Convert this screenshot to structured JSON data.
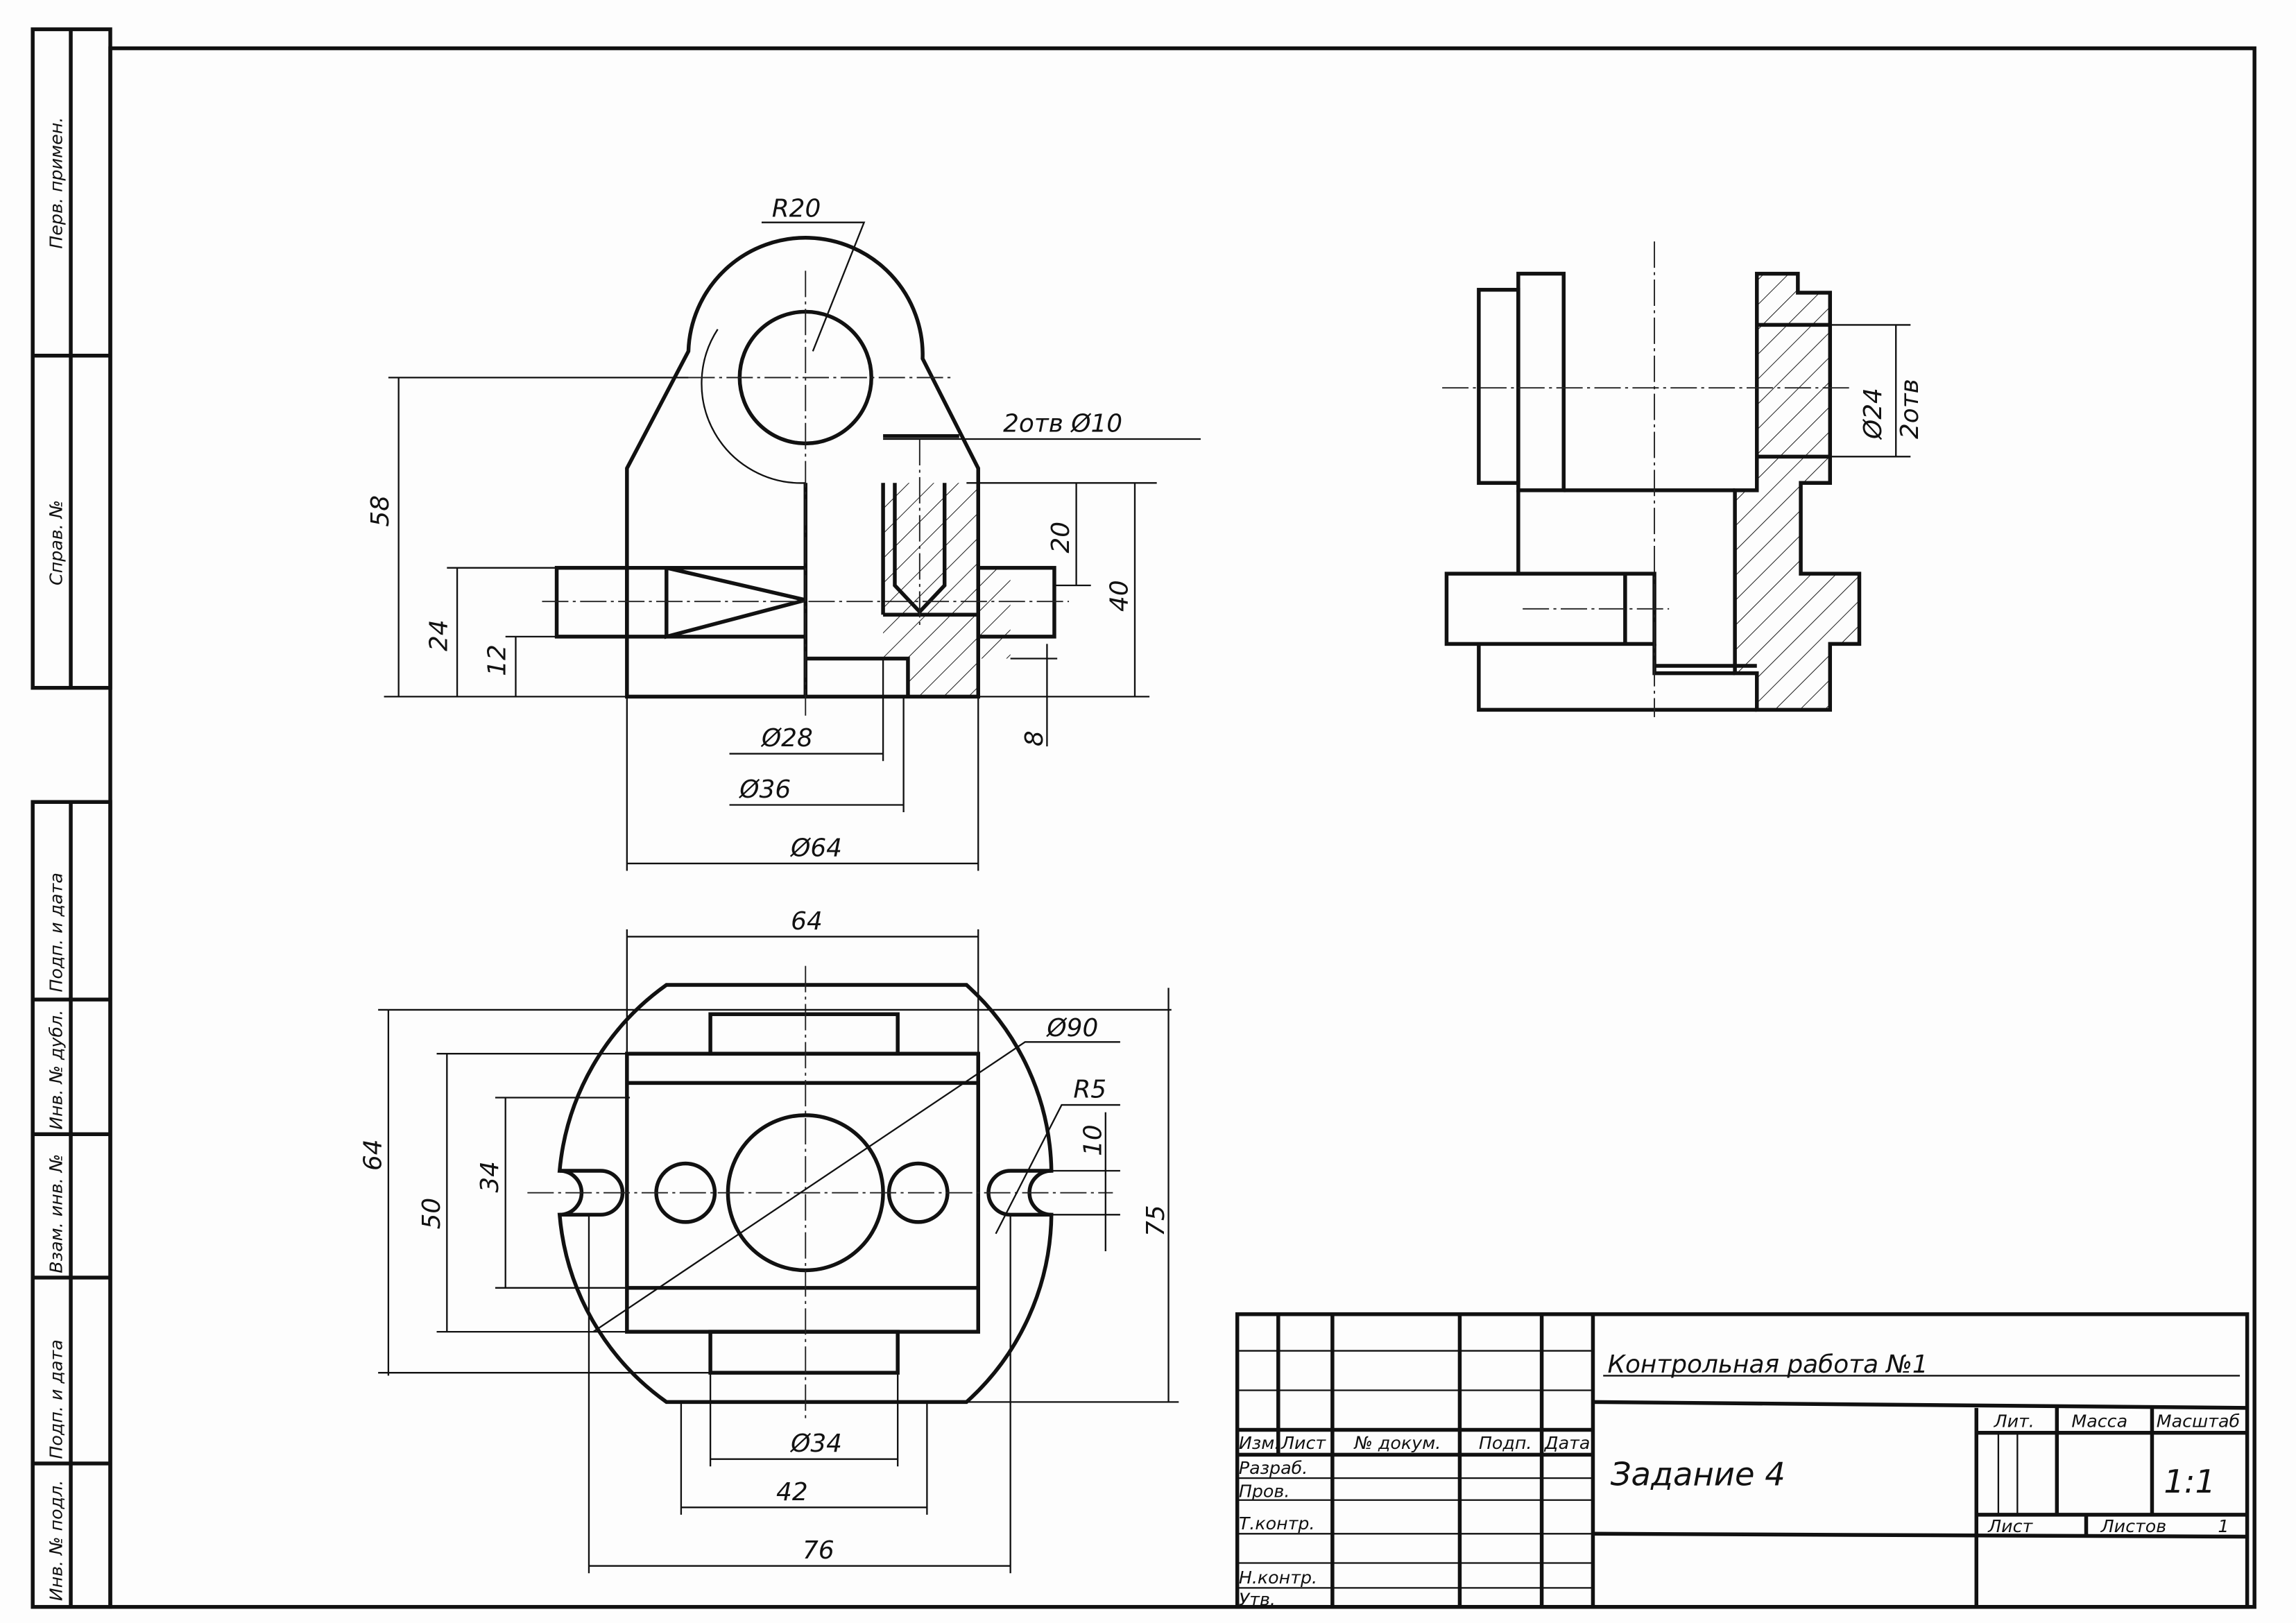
{
  "side_stamp": {
    "top": [
      "Перв. примен.",
      "Справ. №"
    ],
    "bottom": [
      "Подп. и дата",
      "Инв. № дубл.",
      "Взам. инв. №",
      "Подп. и дата",
      "Инв. № подл."
    ]
  },
  "front_view": {
    "r20": "R20",
    "holes": "2отв Ø10",
    "dim_58": "58",
    "dim_24": "24",
    "dim_12": "12",
    "dim_20": "20",
    "dim_40": "40",
    "dim_8": "8",
    "d28": "Ø28",
    "d36": "Ø36",
    "d64": "Ø64"
  },
  "side_view": {
    "d24": "Ø24",
    "holes": "2отв"
  },
  "top_view": {
    "dim_64_top": "64",
    "d90": "Ø90",
    "r5": "R5",
    "dim_10": "10",
    "dim_75": "75",
    "dim_64_left": "64",
    "dim_50": "50",
    "dim_34": "34",
    "d34": "Ø34",
    "dim_42": "42",
    "dim_76": "76"
  },
  "title_block": {
    "title": "Контрольная работа №1",
    "subtitle": "Задание 4",
    "col_headers": [
      "Изм.",
      "Лист",
      "№ докум.",
      "Подп.",
      "Дата"
    ],
    "roles": [
      "Разраб.",
      "Пров.",
      "Т.контр.",
      "Н.контр.",
      "Утв."
    ],
    "lit": "Лит.",
    "mass": "Масса",
    "scale_label": "Масштаб",
    "scale": "1:1",
    "sheet": "Лист",
    "sheets": "Листов",
    "sheets_count": "1"
  }
}
